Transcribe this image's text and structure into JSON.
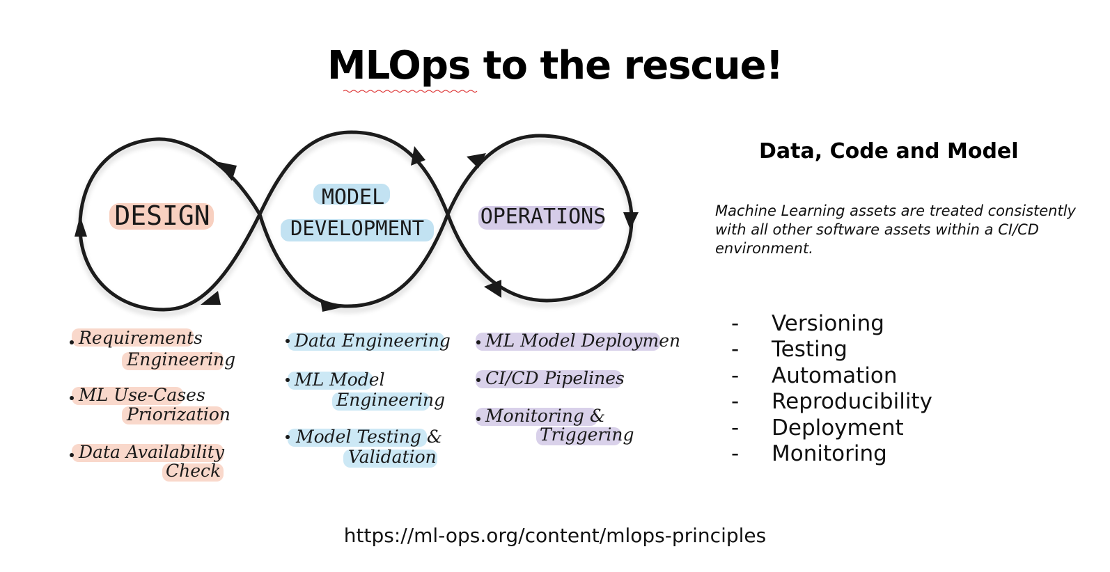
{
  "title": "MLOps to the rescue!",
  "phases": {
    "design": "DESIGN",
    "model_development": [
      "MODEL",
      "DEVELOPMENT"
    ],
    "operations": "OPERATIONS"
  },
  "colors": {
    "design": "#f2a98c",
    "model_development": "#8fcbe8",
    "operations": "#b3a3d6",
    "stroke": "#1a1a1a"
  },
  "design_items": [
    [
      "Requirements",
      "Engineering"
    ],
    [
      "ML Use-Cases",
      "Priorization"
    ],
    [
      "Data Availability",
      "Check"
    ]
  ],
  "model_items": [
    [
      "Data Engineering"
    ],
    [
      "ML Model",
      "Engineering"
    ],
    [
      "Model Testing &",
      "Validation"
    ]
  ],
  "operations_items": [
    [
      "ML Model Deployment"
    ],
    [
      "CI/CD Pipelines"
    ],
    [
      "Monitoring &",
      "Triggering"
    ]
  ],
  "subtitle": "Data, Code and Model",
  "description": "Machine Learning assets are treated consistently with all other software assets within a CI/CD environment.",
  "principles": [
    "Versioning",
    "Testing",
    "Automation",
    "Reproducibility",
    "Deployment",
    "Monitoring"
  ],
  "source": "https://ml-ops.org/content/mlops-principles"
}
